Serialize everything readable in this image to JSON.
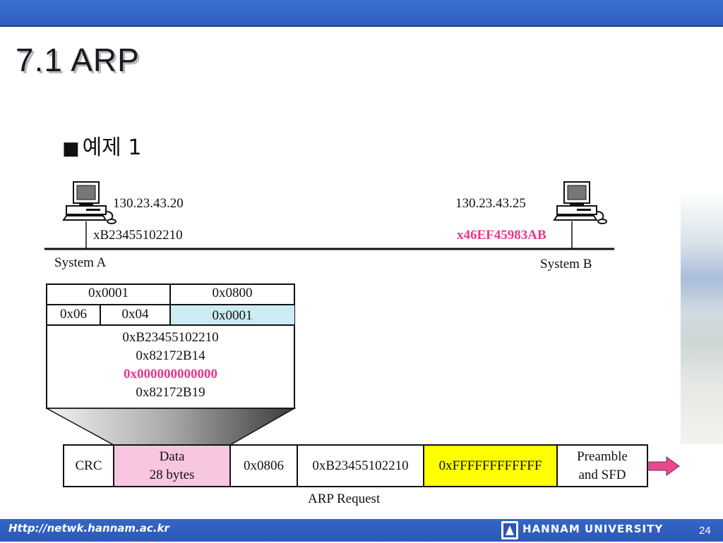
{
  "slide": {
    "title": "7.1 ARP",
    "bullet_mark": "■",
    "bullet_text": "예제 1"
  },
  "system_a": {
    "ip": "130.23.43.20",
    "mac": "xB23455102210",
    "label": "System A"
  },
  "system_b": {
    "ip": "130.23.43.25",
    "mac": "x46EF45983AB",
    "label": "System B"
  },
  "arp_packet": {
    "hardware_type": "0x0001",
    "protocol_type": "0x0800",
    "hw_len": "0x06",
    "proto_len": "0x04",
    "operation": "0x0001",
    "sender_mac": "0xB23455102210",
    "sender_ip": "0x82172B14",
    "target_mac": "0x000000000000",
    "target_ip": "0x82172B19"
  },
  "frame": {
    "crc": "CRC",
    "data_line1": "Data",
    "data_line2": "28 bytes",
    "type": "0x0806",
    "source": "0xB23455102210",
    "destination": "0xFFFFFFFFFFFF",
    "preamble_line1": "Preamble",
    "preamble_line2": "and SFD",
    "caption": "ARP Request"
  },
  "footer": {
    "url": "Http://netwk.hannam.ac.kr",
    "university": "HANNAM  UNIVERSITY",
    "page_number": "24"
  },
  "colors": {
    "header_blue": "#2e5fc1",
    "highlight_pink": "#e33b8e",
    "data_fill": "#f9c6e2",
    "operation_fill": "#cdebf2",
    "dest_fill": "#ffff00",
    "arrow": "#e9488f"
  },
  "icons": [
    "computer-icon",
    "arrow-right-icon",
    "university-logo-icon"
  ]
}
